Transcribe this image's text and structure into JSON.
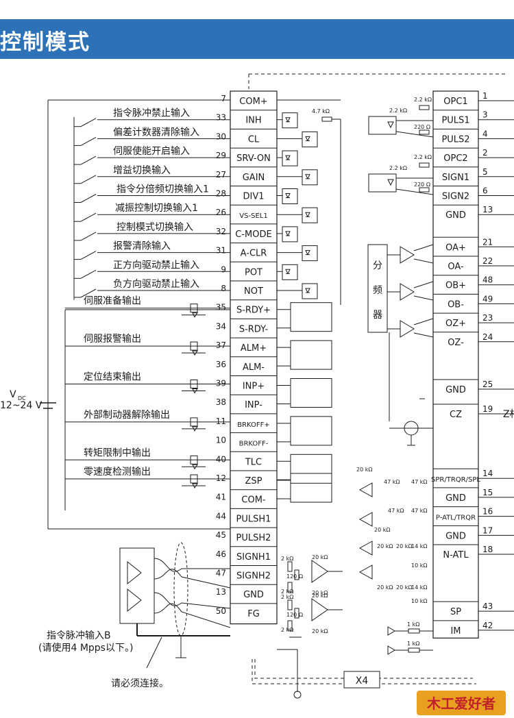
{
  "header": {
    "title": "控制模式",
    "bg_color": "#2d72b7"
  },
  "left_pins": [
    {
      "name": "COM+",
      "num": "7"
    },
    {
      "name": "INH",
      "num": "33"
    },
    {
      "name": "CL",
      "num": "30"
    },
    {
      "name": "SRV-ON",
      "num": "29"
    },
    {
      "name": "GAIN",
      "num": "27"
    },
    {
      "name": "DIV1",
      "num": "28"
    },
    {
      "name": "VS-SEL1",
      "num": "26"
    },
    {
      "name": "C-MODE",
      "num": "32"
    },
    {
      "name": "A-CLR",
      "num": "31"
    },
    {
      "name": "POT",
      "num": "9"
    },
    {
      "name": "NOT",
      "num": "8"
    },
    {
      "name": "S-RDY+",
      "num": "35"
    },
    {
      "name": "S-RDY-",
      "num": "34"
    },
    {
      "name": "ALM+",
      "num": "37"
    },
    {
      "name": "ALM-",
      "num": "36"
    },
    {
      "name": "INP+",
      "num": "39"
    },
    {
      "name": "INP-",
      "num": "38"
    },
    {
      "name": "BRKOFF+",
      "num": "11"
    },
    {
      "name": "BRKOFF-",
      "num": "10"
    },
    {
      "name": "TLC",
      "num": "40"
    },
    {
      "name": "ZSP",
      "num": "12"
    },
    {
      "name": "COM-",
      "num": "41"
    },
    {
      "name": "PULSH1",
      "num": "44"
    },
    {
      "name": "PULSH2",
      "num": "45"
    },
    {
      "name": "SIGNH1",
      "num": "46"
    },
    {
      "name": "SIGNH2",
      "num": "47"
    },
    {
      "name": "GND",
      "num": "13"
    },
    {
      "name": "FG",
      "num": "50"
    }
  ],
  "input_labels": [
    "指令脉冲禁止输入",
    "偏差计数器清除输入",
    "伺服使能开启输入",
    "增益切换输入",
    "指令分倍频切换输入1",
    "减振控制切换输入1",
    "控制模式切换输入",
    "报警清除输入",
    "正方向驱动禁止输入",
    "负方向驱动禁止输入"
  ],
  "output_labels": [
    "伺服准备输出",
    "伺服报警输出",
    "定位结束输出",
    "外部制动器解除输出",
    "转矩限制中输出",
    "零速度检测输出"
  ],
  "right_pins": [
    {
      "name": "OPC1",
      "num": "1"
    },
    {
      "name": "PULS1",
      "num": "3"
    },
    {
      "name": "PULS2",
      "num": "4"
    },
    {
      "name": "OPC2",
      "num": "2"
    },
    {
      "name": "SIGN1",
      "num": "5"
    },
    {
      "name": "SIGN2",
      "num": "6"
    },
    {
      "name": "GND",
      "num": "13"
    },
    {
      "name": "OA+",
      "num": "21"
    },
    {
      "name": "OA-",
      "num": "22"
    },
    {
      "name": "OB+",
      "num": "48"
    },
    {
      "name": "OB-",
      "num": "49"
    },
    {
      "name": "OZ+",
      "num": "23"
    },
    {
      "name": "OZ-",
      "num": "24"
    },
    {
      "name": "GND",
      "num": "25"
    },
    {
      "name": "CZ",
      "num": "19"
    },
    {
      "name": "SPR/TRQR/SPL",
      "num": "14"
    },
    {
      "name": "GND",
      "num": "15"
    },
    {
      "name": "P-ATL/TRQR",
      "num": "16"
    },
    {
      "name": "GND",
      "num": "17"
    },
    {
      "name": "N-ATL",
      "num": "18"
    },
    {
      "name": "SP",
      "num": "43"
    },
    {
      "name": "IM",
      "num": "42"
    }
  ],
  "annotations": {
    "res_4k7": "4.7 kΩ",
    "res_2k2": "2.2 kΩ",
    "res_220": "220 Ω",
    "res_1k": "1 kΩ",
    "res_2k": "2 kΩ",
    "res_20k": "20 kΩ",
    "res_47k": "47 kΩ",
    "res_10k": "10 kΩ",
    "res_14k": "14 kΩ",
    "res_120": "120 Ω",
    "divider_chars": [
      "分",
      "频",
      "器"
    ],
    "vdc_label": "V",
    "vdc_sub": "DC",
    "vdc_range": "12~24 V",
    "pulse_input_b": "指令脉冲输入B",
    "pulse_input_b_note": "(请使用4 Mpps以下。)",
    "must_connect": "请必须连接。",
    "x4": "X4",
    "z_phase_prefix": "Z相"
  },
  "colors": {
    "line": "#1a1a1a",
    "header": "#2d72b7",
    "logo_bg": "#e8a020",
    "logo_fg": "#c0202a"
  },
  "logo": {
    "text": "木工爱好者"
  }
}
